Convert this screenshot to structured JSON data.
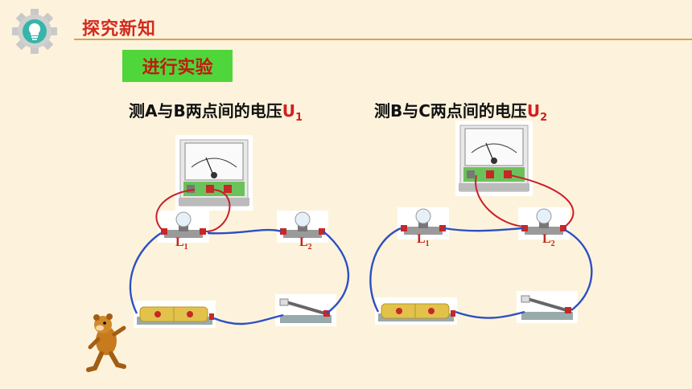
{
  "header": {
    "title": "探究新知",
    "icon": "lightbulb-gear-icon"
  },
  "section": {
    "badge": "进行实验"
  },
  "experiments": [
    {
      "text": "测A与B两点间的电压",
      "symbol": "U",
      "sub": "1"
    },
    {
      "text": "测B与C两点间的电压",
      "symbol": "U",
      "sub": "2"
    }
  ],
  "labels": {
    "l1_left": "L",
    "l1_left_sub": "1",
    "l2_left": "L",
    "l2_left_sub": "2",
    "l1_right": "L",
    "l1_right_sub": "1",
    "l2_right": "L",
    "l2_right_sub": "2"
  },
  "colors": {
    "accent_red": "#d42a1e",
    "badge_green": "#4fd63a",
    "wire_blue": "#2d4fc4",
    "wire_red": "#c8202a",
    "background": "#fdf3dc"
  }
}
